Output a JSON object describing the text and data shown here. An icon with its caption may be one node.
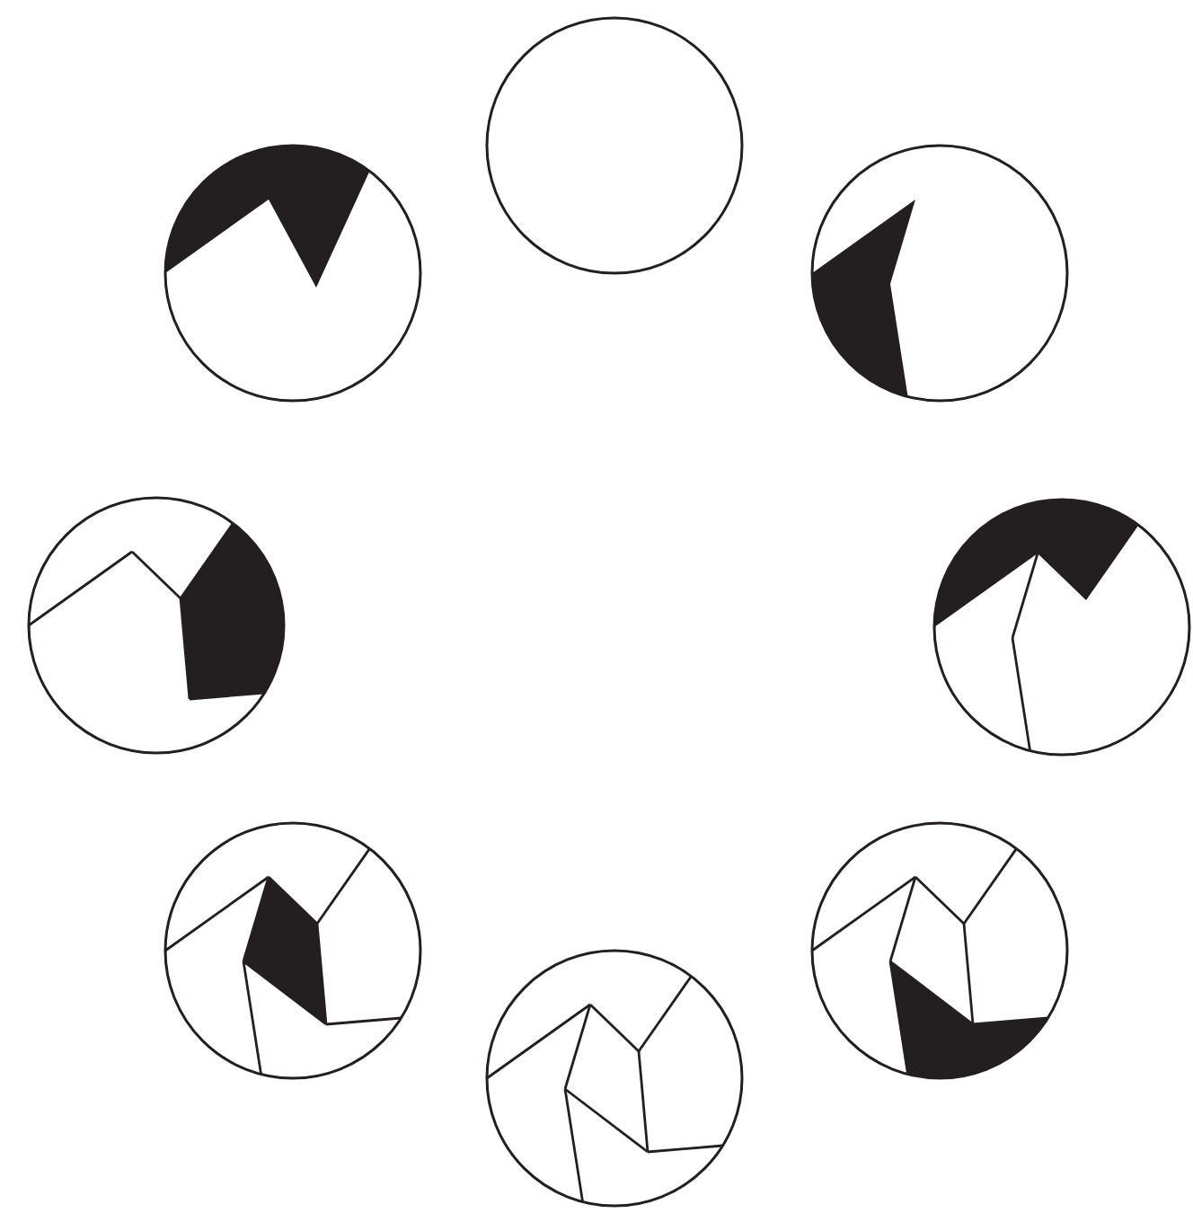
{
  "diagram": {
    "nodes": [
      {
        "text": [],
        "shape": "circle"
      },
      {
        "text": [],
        "shape": "picture"
      },
      {
        "text": [],
        "shape": "picture"
      },
      {
        "text": [],
        "shape": "picture"
      },
      {
        "text": [],
        "shape": "picture"
      },
      {
        "text": [],
        "shape": "picture"
      },
      {
        "text": [],
        "shape": "picture"
      },
      {
        "text": [],
        "shape": "picture"
      }
    ]
  }
}
